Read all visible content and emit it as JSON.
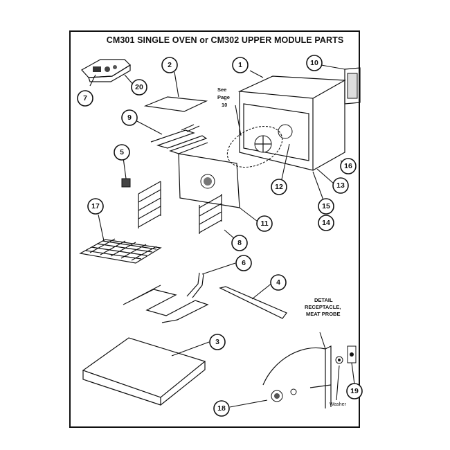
{
  "title": "CM301 SINGLE OVEN or CM302 UPPER MODULE PARTS",
  "see_page": {
    "line1": "See",
    "line2": "Page",
    "line3": "10"
  },
  "detail_note": {
    "line1": "DETAIL",
    "line2": "RECEPTACLE,",
    "line3": "MEAT PROBE"
  },
  "washer_label": "Washer",
  "callouts": {
    "c1": "1",
    "c2": "2",
    "c3": "3",
    "c4": "4",
    "c5": "5",
    "c6": "6",
    "c7": "7",
    "c8": "8",
    "c9": "9",
    "c10": "10",
    "c11": "11",
    "c12": "12",
    "c13": "13",
    "c14": "14",
    "c15": "15",
    "c16": "16",
    "c17": "17",
    "c18": "18",
    "c19": "19",
    "c20": "20"
  }
}
